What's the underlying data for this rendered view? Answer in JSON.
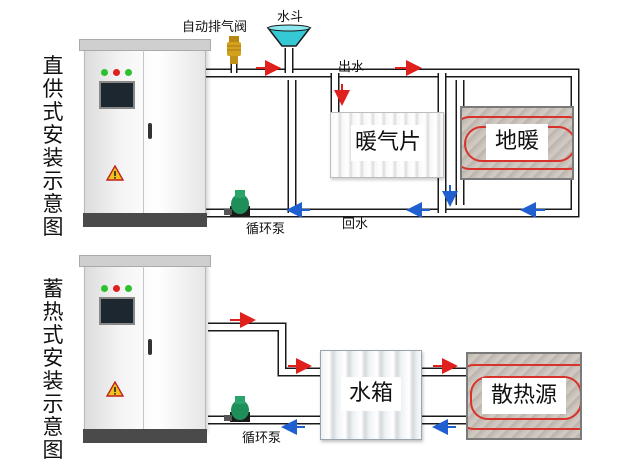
{
  "top_section": {
    "title": "直供式安装示意图",
    "valve_label": "自动排气阀",
    "funnel_label": "水斗",
    "outflow_label": "出水",
    "return_label": "回水",
    "pump_label": "循环泵",
    "radiator_label": "暖气片",
    "floor_heating_label": "地暖"
  },
  "bottom_section": {
    "title": "蓄热式安装示意图",
    "tank_label": "水箱",
    "heat_source_label": "散热源",
    "pump_label": "循环泵"
  },
  "colors": {
    "pipe": "#ffffff",
    "pipe_outline": "#1a1a1a",
    "supply_arrow": "#e0201c",
    "return_arrow": "#1f5fd0",
    "pump_green": "#1f8f5a",
    "funnel_cyan": "#35c9d6",
    "valve_gold": "#d4a11e"
  },
  "icons": [
    "air-valve-icon",
    "funnel-icon",
    "pump-icon",
    "arrow-right-icon",
    "arrow-left-icon",
    "arrow-down-icon",
    "warning-icon"
  ]
}
